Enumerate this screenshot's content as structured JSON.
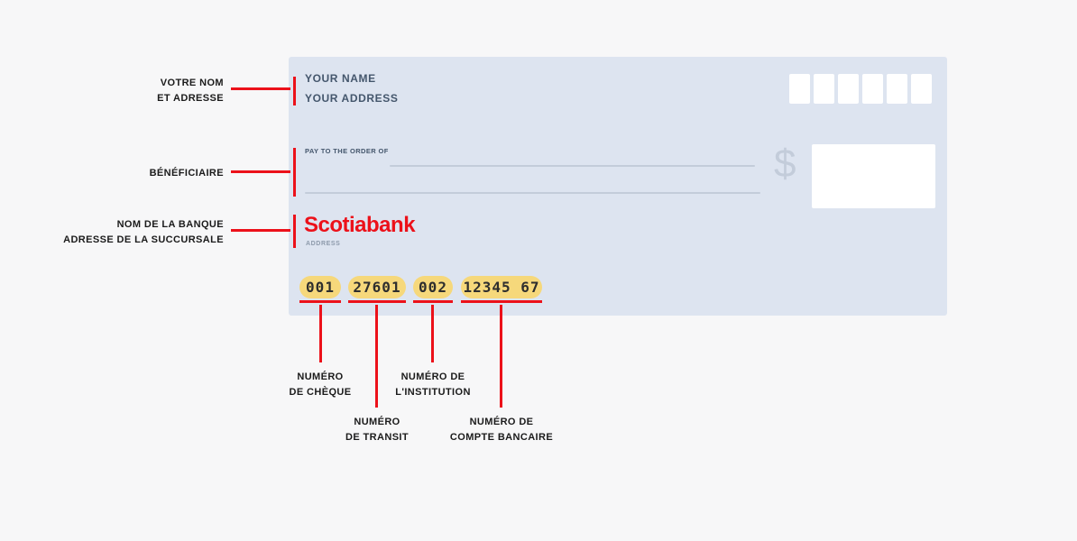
{
  "colors": {
    "background": "#f7f7f8",
    "cheque_bg": "#dde4f0",
    "red": "#ec111a",
    "highlight_yellow": "#f6d87b",
    "cheque_text": "#44566c",
    "line_gray": "#c3ccda"
  },
  "cheque": {
    "your_name": "YOUR NAME",
    "your_address": "YOUR ADDRESS",
    "pay_to_order_label": "PAY TO THE ORDER OF",
    "dollar_sign": "$",
    "bank_name": "Scotiabank",
    "address_label": "ADDRESS",
    "micr": {
      "cheque_number": "001",
      "transit_number": "27601",
      "institution_number": "002",
      "account_number": "12345 67"
    }
  },
  "annotations": {
    "name_address": {
      "line1": "VOTRE NOM",
      "line2": "ET ADRESSE"
    },
    "beneficiary": {
      "line1": "BÉNÉFICIAIRE"
    },
    "bank": {
      "line1": "NOM DE LA BANQUE",
      "line2": "ADRESSE DE LA SUCCURSALE"
    },
    "cheque_number": {
      "line1": "NUMÉRO",
      "line2": "DE CHÈQUE"
    },
    "transit_number": {
      "line1": "NUMÉRO",
      "line2": "DE TRANSIT"
    },
    "institution_number": {
      "line1": "NUMÉRO DE",
      "line2": "L'INSTITUTION"
    },
    "account_number": {
      "line1": "NUMÉRO DE",
      "line2": "COMPTE BANCAIRE"
    }
  }
}
